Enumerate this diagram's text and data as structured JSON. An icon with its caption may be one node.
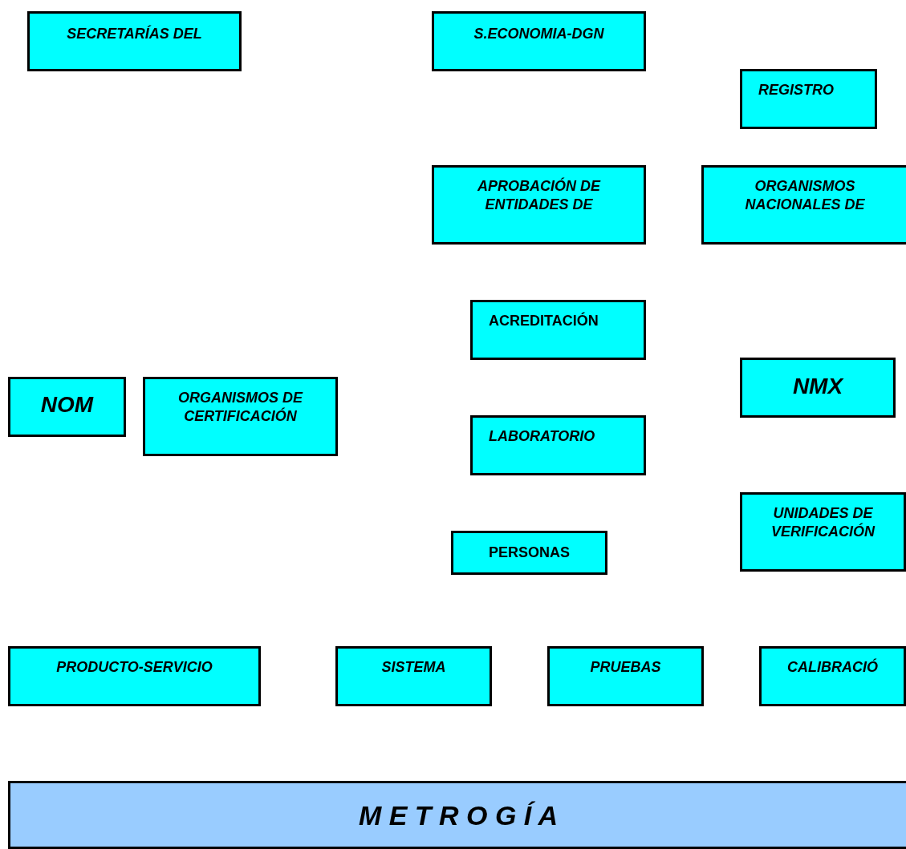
{
  "diagram": {
    "nodes": [
      {
        "text": [
          "SECRETARÍAS DEL"
        ]
      },
      {
        "text": [
          "S.ECONOMIA-DGN"
        ]
      },
      {
        "text": [
          "REGISTRO"
        ]
      },
      {
        "text": [
          "APROBACIÓN DE ENTIDADES DE"
        ]
      },
      {
        "text": [
          "ORGANISMOS NACIONALES DE"
        ]
      },
      {
        "text": [
          "ACREDITACIÓN"
        ]
      },
      {
        "text": [
          "NOM"
        ]
      },
      {
        "text": [
          "ORGANISMOS DE CERTIFICACIÓN"
        ]
      },
      {
        "text": [
          "NMX"
        ]
      },
      {
        "text": [
          "LABORATORIO"
        ]
      },
      {
        "text": [
          "UNIDADES DE VERIFICACIÓN"
        ]
      },
      {
        "text": [
          "PERSONAS"
        ]
      },
      {
        "text": [
          "PRODUCTO-SERVICIO"
        ]
      },
      {
        "text": [
          "SISTEMA"
        ]
      },
      {
        "text": [
          "PRUEBAS"
        ]
      },
      {
        "text": [
          "CALIBRACIÓ"
        ]
      },
      {
        "text": [
          "M E T R O G Í A"
        ]
      }
    ]
  }
}
